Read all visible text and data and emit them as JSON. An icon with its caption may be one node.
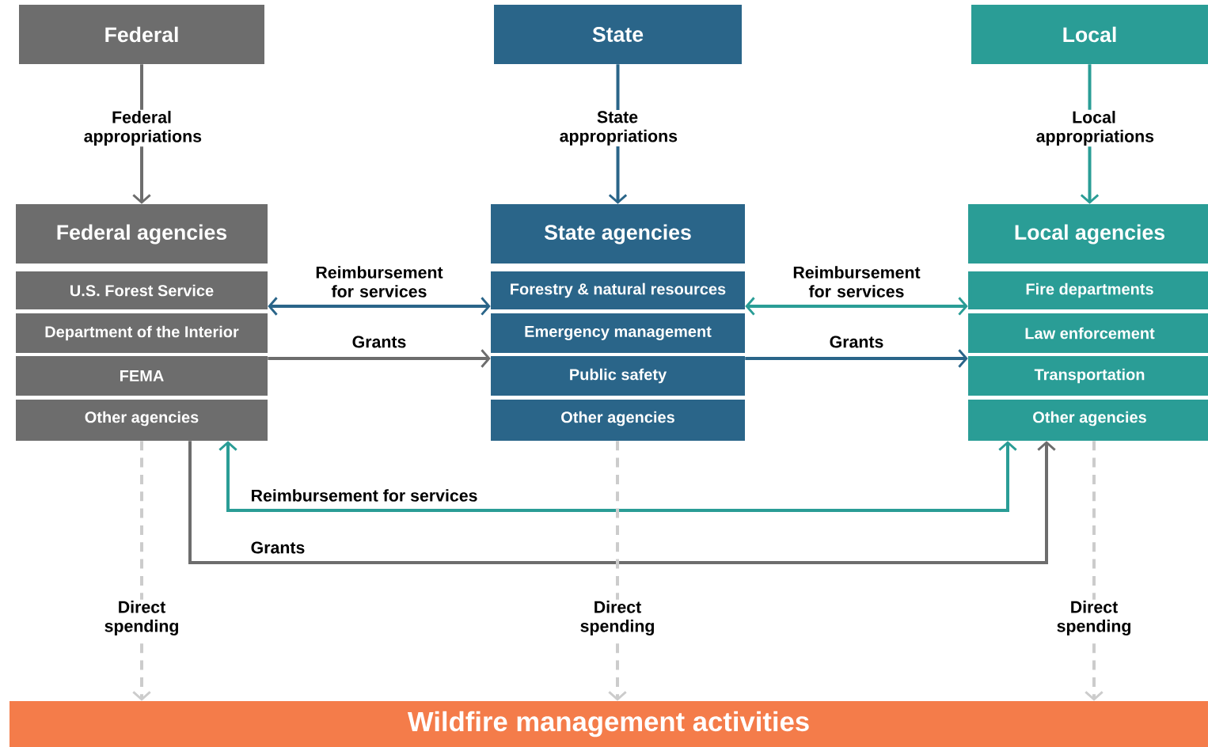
{
  "diagram": {
    "nodes": [
      {
        "text": [
          "Federal"
        ]
      },
      {
        "text": [
          "State"
        ]
      },
      {
        "text": [
          "Local"
        ]
      },
      {
        "text": [
          "Federal agencies"
        ]
      },
      {
        "text": [
          "U.S. Forest Service"
        ],
        "in": 3
      },
      {
        "text": [
          "Department of the Interior"
        ],
        "in": 3
      },
      {
        "text": [
          "FEMA"
        ],
        "in": 3
      },
      {
        "text": [
          "Other agencies"
        ],
        "in": 3
      },
      {
        "text": [
          "State agencies"
        ]
      },
      {
        "text": [
          "Forestry & natural resources"
        ],
        "in": 8
      },
      {
        "text": [
          "Emergency management"
        ],
        "in": 8
      },
      {
        "text": [
          "Public safety"
        ],
        "in": 8
      },
      {
        "text": [
          "Other agencies"
        ],
        "in": 8
      },
      {
        "text": [
          "Local agencies"
        ]
      },
      {
        "text": [
          "Fire departments"
        ],
        "in": 13
      },
      {
        "text": [
          "Law enforcement"
        ],
        "in": 13
      },
      {
        "text": [
          "Transportation"
        ],
        "in": 13
      },
      {
        "text": [
          "Other agencies"
        ],
        "in": 13
      },
      {
        "text": [
          "Wildfire management activities"
        ]
      }
    ],
    "edges": [
      {
        "from": 0,
        "to": 3,
        "arrow": "to",
        "label": "Federal appropriations",
        "color": "#6d6d6d"
      },
      {
        "from": 1,
        "to": 8,
        "arrow": "to",
        "label": "State appropriations",
        "color": "#2a6589"
      },
      {
        "from": 2,
        "to": 13,
        "arrow": "to",
        "label": "Local appropriations",
        "color": "#2a9d96"
      },
      {
        "from": 3,
        "to": 8,
        "arrow": "both",
        "label": "Reimbursement for services",
        "color": "#2a6589"
      },
      {
        "from": 3,
        "to": 8,
        "arrow": "to",
        "label": "Grants",
        "color": "#6d6d6d"
      },
      {
        "from": 8,
        "to": 13,
        "arrow": "both",
        "label": "Reimbursement for services",
        "color": "#2a9d96"
      },
      {
        "from": 8,
        "to": 13,
        "arrow": "to",
        "label": "Grants",
        "color": "#2a6589"
      },
      {
        "from": 3,
        "to": 13,
        "arrow": "both",
        "label": "Reimbursement for services",
        "color": "#2a9d96"
      },
      {
        "from": 3,
        "to": 13,
        "arrow": "to",
        "label": "Grants",
        "color": "#6d6d6d"
      },
      {
        "from": 3,
        "to": 18,
        "arrow": "to",
        "label": "Direct spending",
        "style": "dashed",
        "color": "#cccccc"
      },
      {
        "from": 8,
        "to": 18,
        "arrow": "to",
        "label": "Direct spending",
        "style": "dashed",
        "color": "#cccccc"
      },
      {
        "from": 13,
        "to": 18,
        "arrow": "to",
        "label": "Direct spending",
        "style": "dashed",
        "color": "#cccccc"
      }
    ]
  }
}
